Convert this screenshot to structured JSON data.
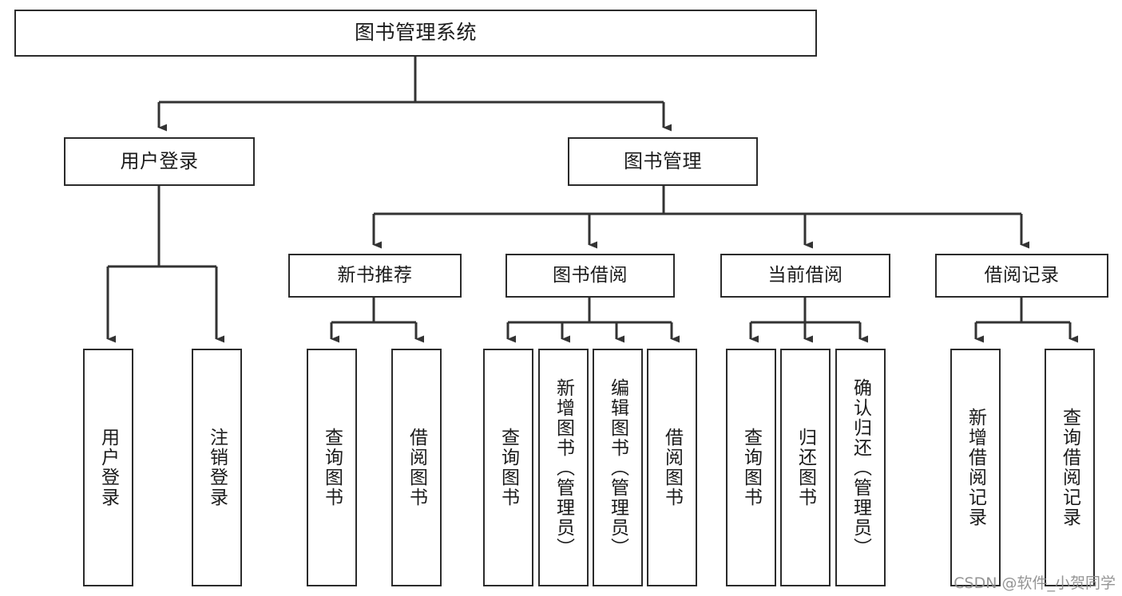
{
  "diagram": {
    "title": "图书管理系统",
    "type": "tree-hierarchy-diagram",
    "colors": {
      "background": "#ffffff",
      "box_border": "#2b2b2b",
      "box_fill": "#ffffff",
      "connector": "#333333",
      "text": "#1b1b1b",
      "watermark": "#8d8d8d"
    },
    "root": {
      "label": "图书管理系统"
    },
    "level1": [
      {
        "label": "用户登录"
      },
      {
        "label": "图书管理"
      }
    ],
    "level2": [
      {
        "label": "新书推荐"
      },
      {
        "label": "图书借阅"
      },
      {
        "label": "当前借阅"
      },
      {
        "label": "借阅记录"
      }
    ],
    "leaves": {
      "user_login": [
        {
          "label": "用户登录"
        },
        {
          "label": "注销登录"
        }
      ],
      "new_book_recommend": [
        {
          "label": "查询图书"
        },
        {
          "label": "借阅图书"
        }
      ],
      "book_borrow": [
        {
          "label": "查询图书"
        },
        {
          "label": "新增图书（管理员）"
        },
        {
          "label": "编辑图书（管理员）"
        },
        {
          "label": "借阅图书"
        }
      ],
      "current_borrow": [
        {
          "label": "查询图书"
        },
        {
          "label": "归还图书"
        },
        {
          "label": "确认归还（管理员）"
        }
      ],
      "borrow_record": [
        {
          "label": "新增借阅记录"
        },
        {
          "label": "查询借阅记录"
        }
      ]
    },
    "watermark": "CSDN @软件_小贺同学"
  }
}
